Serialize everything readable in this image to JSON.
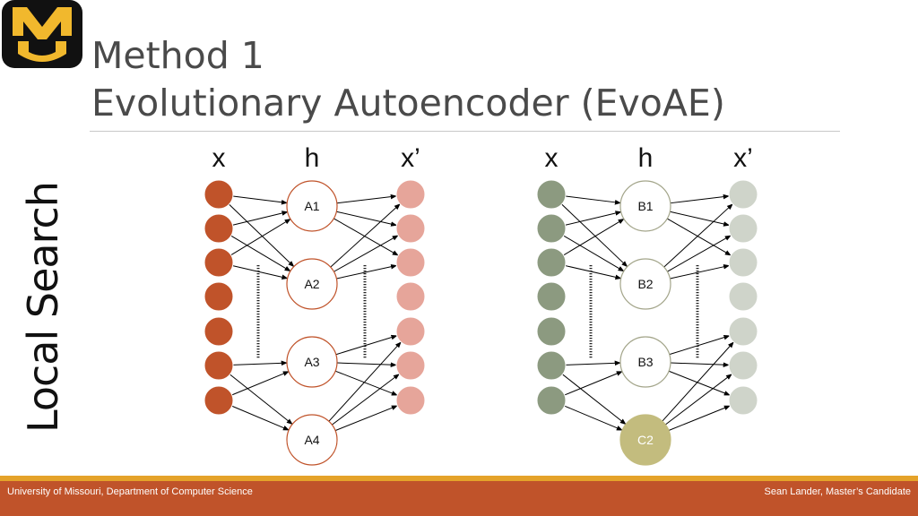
{
  "slide": {
    "title_line1": "Method 1",
    "title_line2": "Evolutionary Autoencoder (EvoAE)",
    "side_label": "Local Search"
  },
  "logo": {
    "text": "MU",
    "background": "#111111",
    "accent": "#f1b82d"
  },
  "diagrams": [
    {
      "layer_headers": [
        "x",
        "h",
        "x’"
      ],
      "input_nodes": 7,
      "output_nodes": 7,
      "hidden_nodes": [
        "A1",
        "A2",
        "A3",
        "A4"
      ],
      "input_color": "#c0532a",
      "output_color": "#e6a59a",
      "hidden_stroke": "#c0532a",
      "hidden_fill": "#ffffff",
      "special_hidden": []
    },
    {
      "layer_headers": [
        "x",
        "h",
        "x’"
      ],
      "input_nodes": 7,
      "output_nodes": 7,
      "hidden_nodes": [
        "B1",
        "B2",
        "B3",
        "C2"
      ],
      "input_color": "#8c9a80",
      "output_color": "#cfd4ca",
      "hidden_stroke": "#a3a58a",
      "hidden_fill": "#ffffff",
      "special_hidden": [
        "C2"
      ],
      "special_fill": "#c3bc7e",
      "special_text_color": "#ffffff"
    }
  ],
  "footer": {
    "left": "University of Missouri, Department of Computer Science",
    "right": "Sean Lander, Master’s Candidate",
    "bar_color": "#c0532a",
    "stripe_color": "#e5a32a"
  }
}
